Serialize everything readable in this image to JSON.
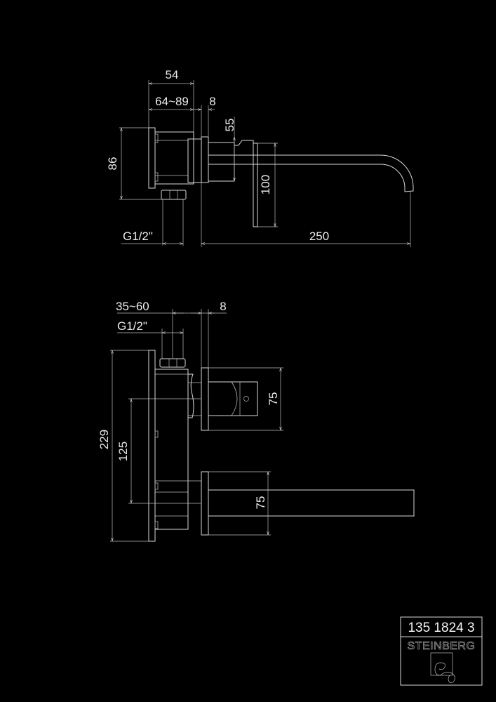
{
  "side_view": {
    "dim_depth_body": "54",
    "dim_wall_range": "64~89",
    "dim_flange": "8",
    "dim_handle_height": "55",
    "dim_lever": "100",
    "dim_plate_height": "86",
    "dim_inlet": "G1/2\"",
    "dim_spout_projection": "250"
  },
  "front_view": {
    "dim_wall_range": "35~60",
    "dim_flange": "8",
    "dim_inlet": "G1/2\"",
    "dim_total_height": "229",
    "dim_center_distance": "125",
    "dim_handle_plate": "75",
    "dim_spout_plate": "75"
  },
  "title_block": {
    "article_number": "135 1824 3",
    "brand": "STEINBERG"
  },
  "colors": {
    "background": "#000000",
    "lines": "#d8d8d8"
  }
}
